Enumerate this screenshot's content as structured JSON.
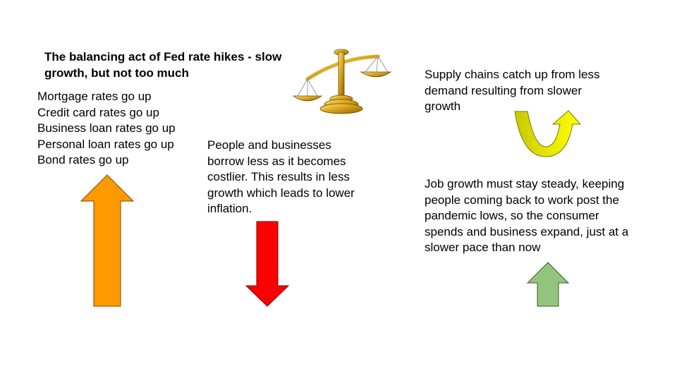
{
  "slide": {
    "title": "The balancing act of Fed rate hikes - slow growth, but not too much",
    "rate_items": [
      "Mortgage rates go up",
      "Credit card rates go up",
      "Business loan rates go up",
      "Personal loan rates go up",
      "Bond rates go up"
    ],
    "borrow_text": "People and businesses borrow less as it becomes costlier. This results in less growth which leads to lower inflation.",
    "supply_text": "Supply chains catch up from less demand resulting from slower growth",
    "job_text": "Job growth must stay steady, keeping people coming back to work post the pandemic lows, so the consumer spends and business expand, just at a slower pace than now"
  },
  "icons": {
    "scales": "scales-of-justice-icon",
    "up_orange": "arrow-up-icon",
    "down_red": "arrow-down-icon",
    "u_turn": "u-turn-arrow-icon",
    "up_green": "arrow-up-icon"
  },
  "colors": {
    "orange": "#FF9900",
    "red": "#FF0000",
    "yellow": "#FFFF00",
    "green": "#93C47D",
    "gold": "#D4A017"
  }
}
